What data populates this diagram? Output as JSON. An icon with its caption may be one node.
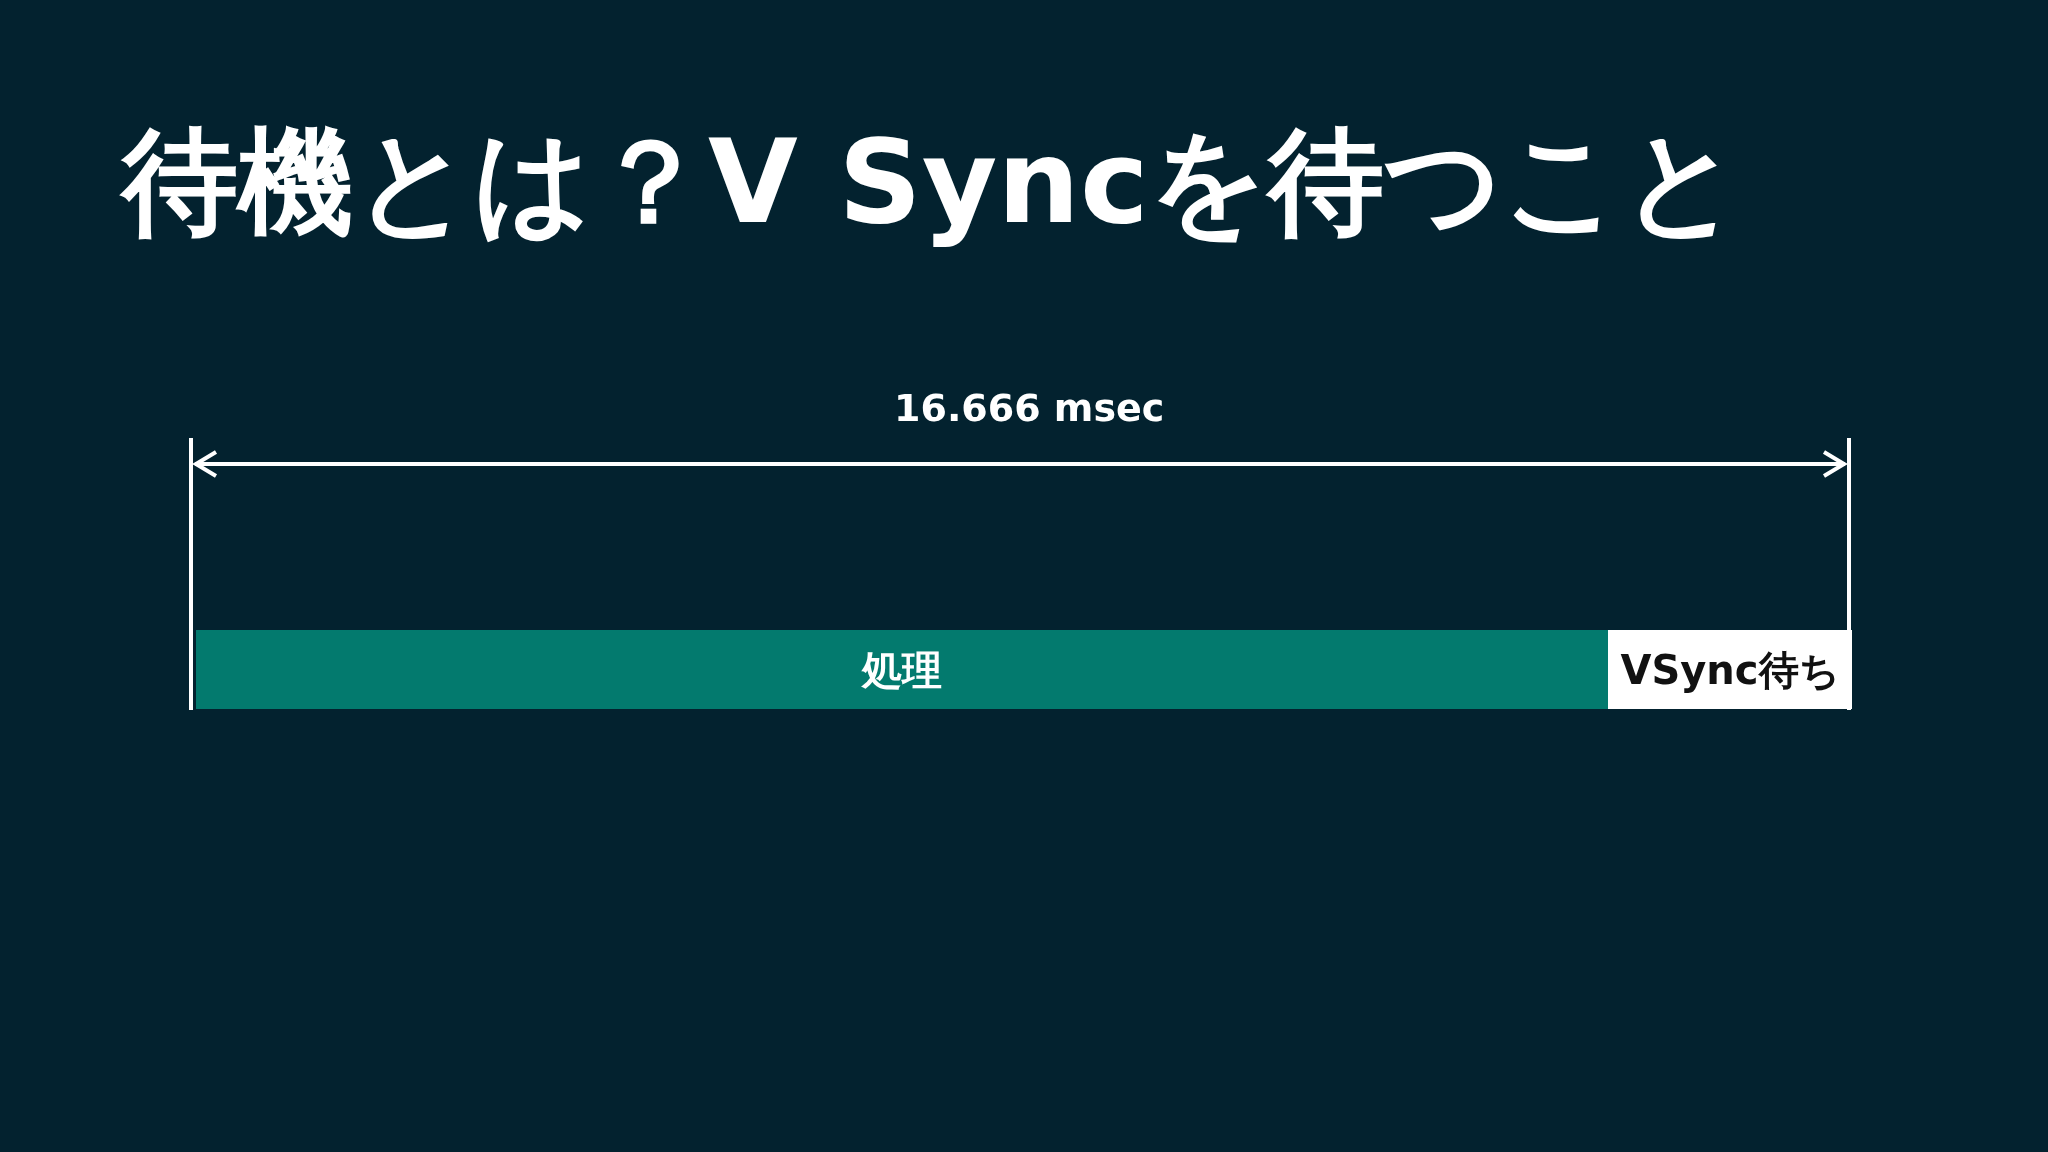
{
  "diagram": {
    "title": "待機とは？V Syncを待つこと",
    "nodes": [
      {
        "text": [
          "処理"
        ]
      },
      {
        "text": [
          "VSync待ち"
        ]
      }
    ],
    "labels": [
      "16.666 msec"
    ]
  }
}
